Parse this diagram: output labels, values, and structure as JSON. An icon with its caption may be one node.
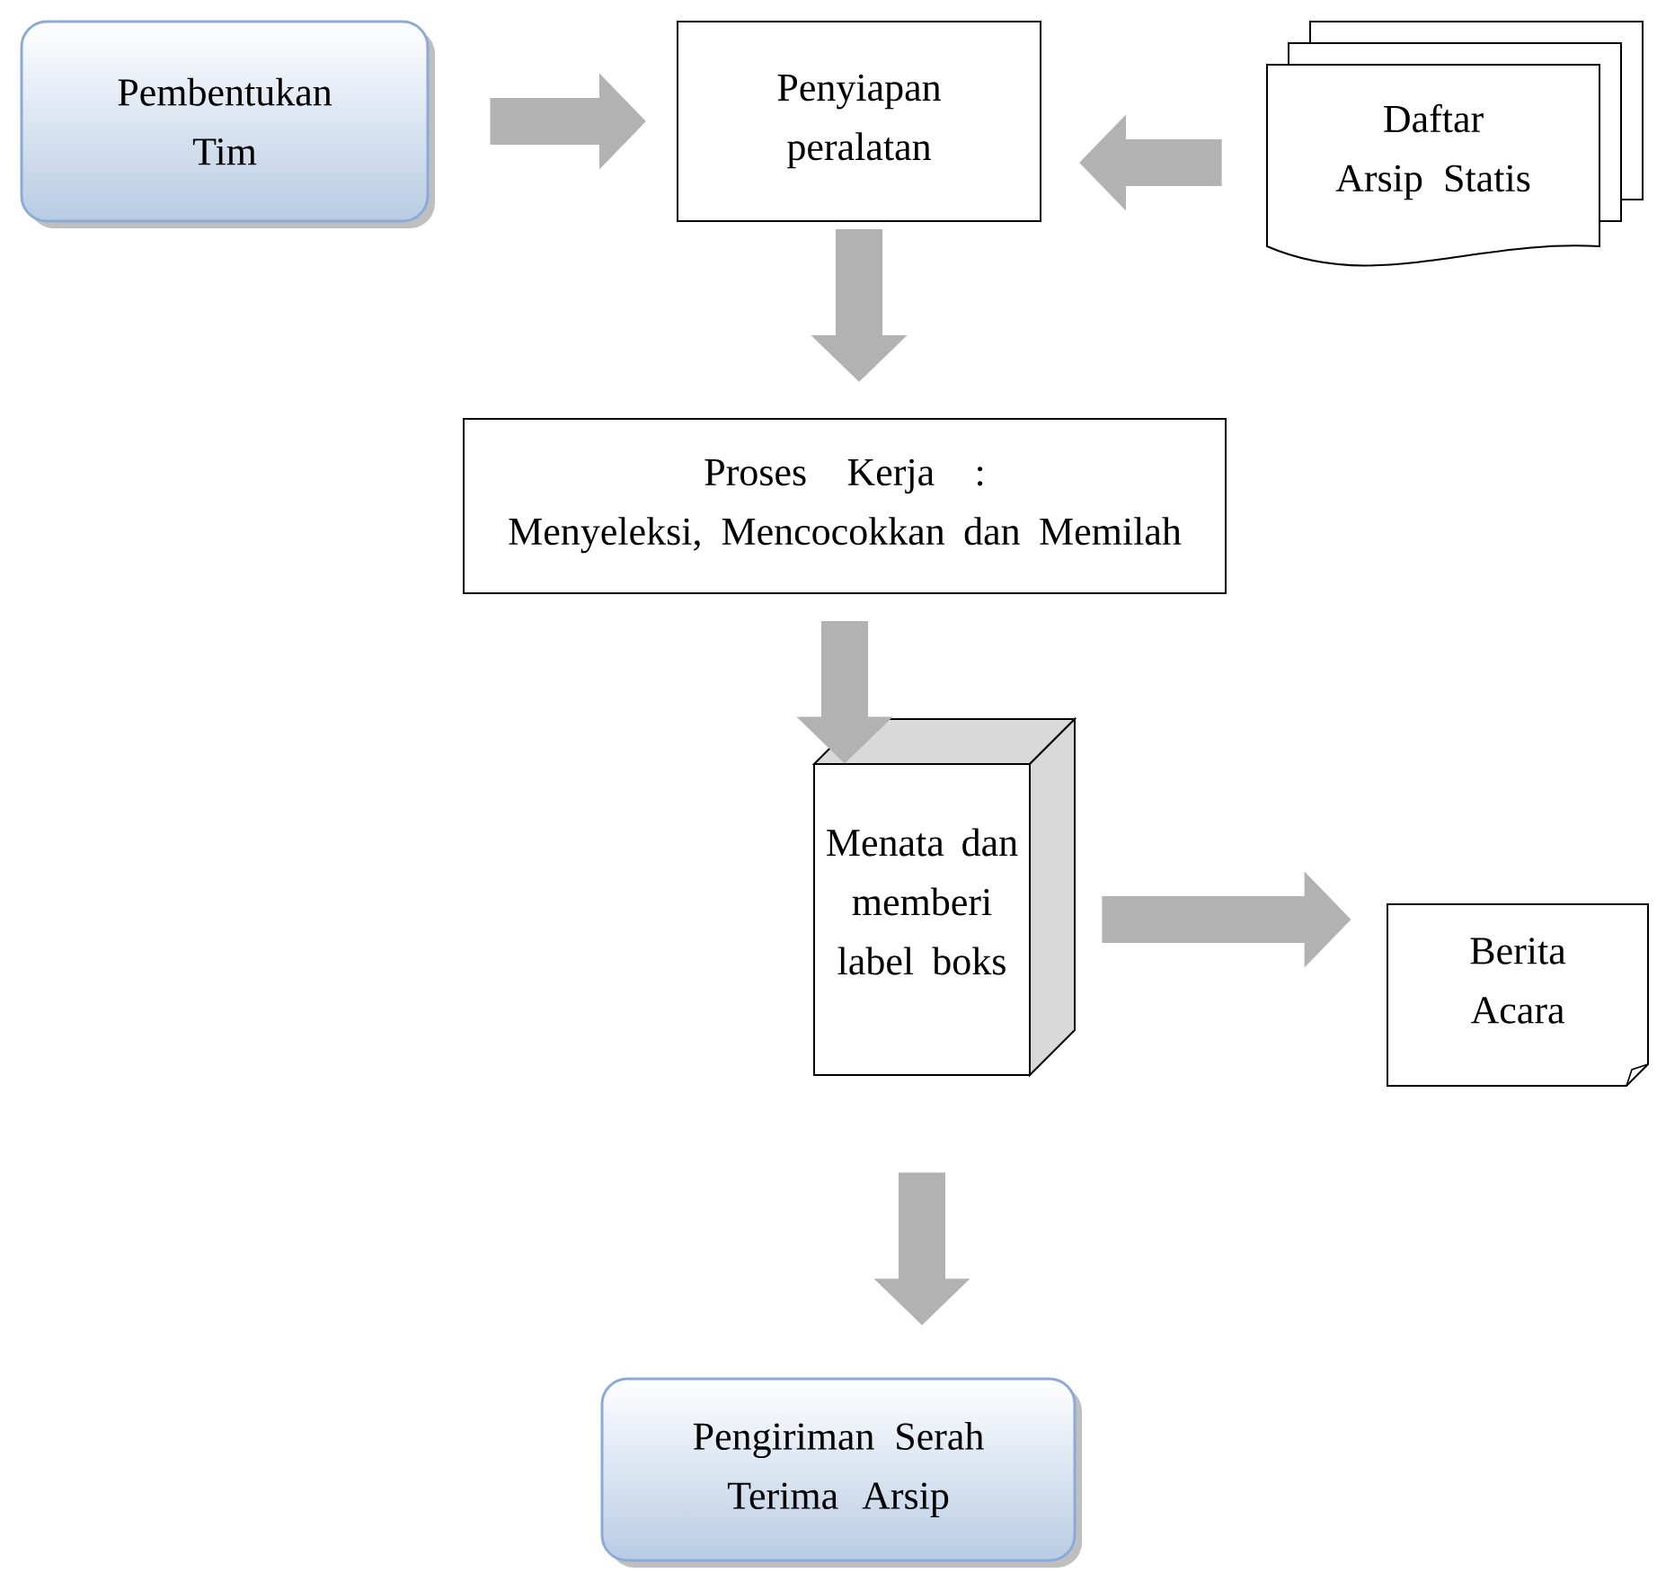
{
  "diagram": {
    "nodes": [
      {
        "text": [
          "Pembentukan Tim"
        ]
      },
      {
        "text": [
          "Penyiapan peralatan"
        ]
      },
      {
        "text": [
          "Daftar Arsip Statis"
        ]
      },
      {
        "text": [
          "Proses Kerja :",
          "Menyeleksi, Mencocokkan dan Memilah"
        ]
      },
      {
        "text": [
          "Menata dan memberi label boks"
        ]
      },
      {
        "text": [
          "Berita Acara"
        ]
      },
      {
        "text": [
          "Pengiriman Serah Terima Arsip"
        ]
      }
    ],
    "edges": [
      {
        "from": 0,
        "to": 1,
        "arrow": "to"
      },
      {
        "from": 2,
        "to": 1,
        "arrow": "to"
      },
      {
        "from": 1,
        "to": 3,
        "arrow": "to"
      },
      {
        "from": 3,
        "to": 4,
        "arrow": "to"
      },
      {
        "from": 4,
        "to": 5,
        "arrow": "to"
      },
      {
        "from": 4,
        "to": 6,
        "arrow": "to"
      }
    ]
  }
}
